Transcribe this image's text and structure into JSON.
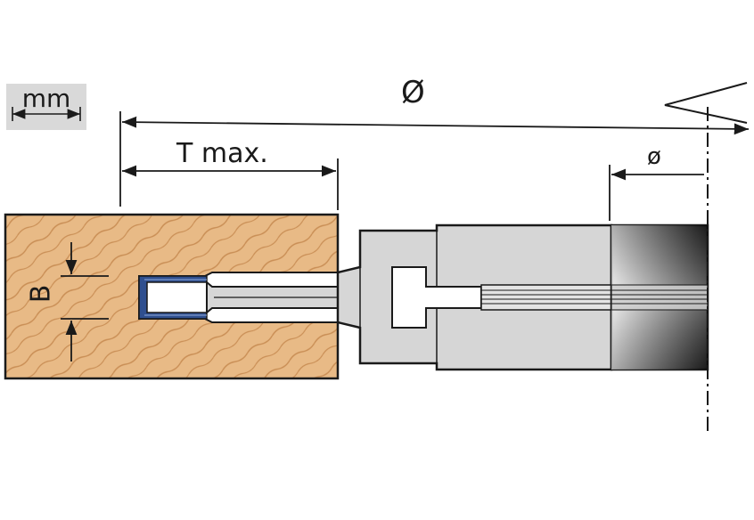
{
  "units": {
    "label": "mm"
  },
  "labels": {
    "outer_diameter": "Ø",
    "bore_diameter": "ø",
    "max_depth": "T max.",
    "slot_width": "B"
  },
  "colors": {
    "wood": "#e8ba86",
    "wood_grain": "#c98e55",
    "tool_body": "#d6d6d6",
    "outline": "#1a1a1a",
    "cutter_tip": "#2f4f8f",
    "units_badge": "#d9d9d9"
  }
}
